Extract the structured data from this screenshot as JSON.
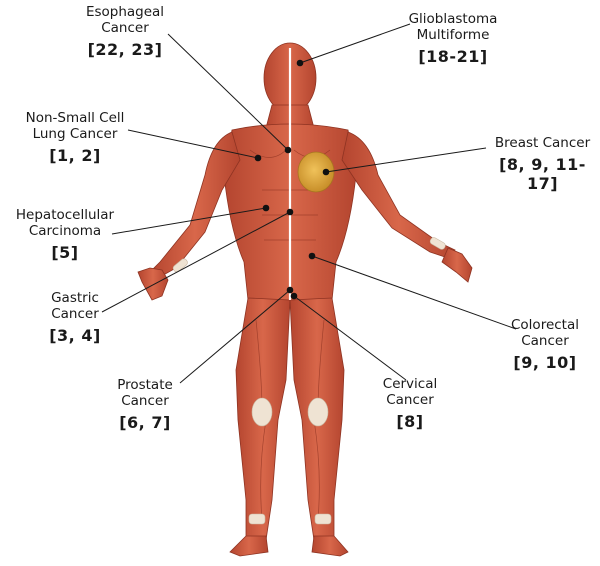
{
  "labels": {
    "esophageal": {
      "name_line1": "Esophageal",
      "name_line2": "Cancer",
      "refs": "[22, 23]"
    },
    "nsclc": {
      "name_line1": "Non-Small Cell",
      "name_line2": "Lung Cancer",
      "refs": "[1, 2]"
    },
    "hepatocellular": {
      "name_line1": "Hepatocellular",
      "name_line2": "Carcinoma",
      "refs": "[5]"
    },
    "gastric": {
      "name_line1": "Gastric",
      "name_line2": "Cancer",
      "refs": "[3, 4]"
    },
    "prostate": {
      "name_line1": "Prostate",
      "name_line2": "Cancer",
      "refs": "[6, 7]"
    },
    "glioblastoma": {
      "name_line1": "Glioblastoma",
      "name_line2": "Multiforme",
      "refs": "[18-21]"
    },
    "breast": {
      "name_line1": "Breast Cancer",
      "name_line2": "",
      "refs": "[8, 9, 11-17]"
    },
    "colorectal": {
      "name_line1": "Colorectal",
      "name_line2": "Cancer",
      "refs": "[9, 10]"
    },
    "cervical": {
      "name_line1": "Cervical",
      "name_line2": "Cancer",
      "refs": "[8]"
    }
  },
  "colors": {
    "muscle": "#c8553d",
    "muscle_dark": "#9e3a26",
    "muscle_light": "#e07b5f",
    "tendon": "#efe3d3",
    "breast": "#d9a63a",
    "line": "#1a1a1a",
    "divider": "#ffffff"
  }
}
